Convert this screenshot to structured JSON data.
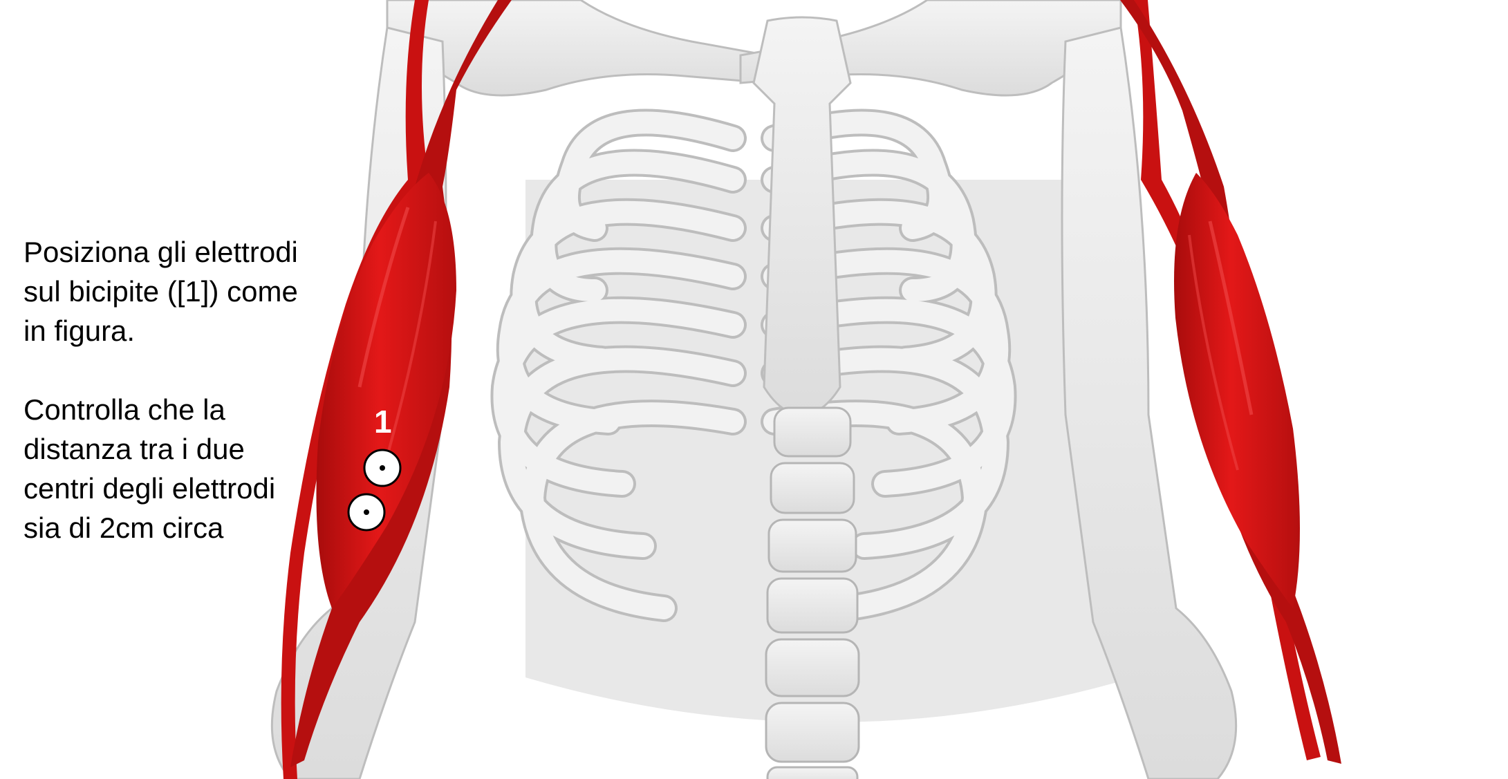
{
  "instructions": {
    "placement": "Posiziona gli elettrodi sul bicipite ([1]) come in figura.",
    "distance": "Controlla che la distanza tra i due centri degli elettrodi sia di 2cm circa"
  },
  "electrode_marker": {
    "label": "1",
    "electrode_count": 2
  },
  "colors": {
    "muscle": "#e01515",
    "muscle_dark": "#a80c0c",
    "bone": "#ededed",
    "bone_edge": "#bdbdbd",
    "background": "#ffffff",
    "electrode": "#ffffff",
    "text": "#000000"
  },
  "icons": [
    "biceps-muscle",
    "rib-cage",
    "spine",
    "electrode"
  ]
}
